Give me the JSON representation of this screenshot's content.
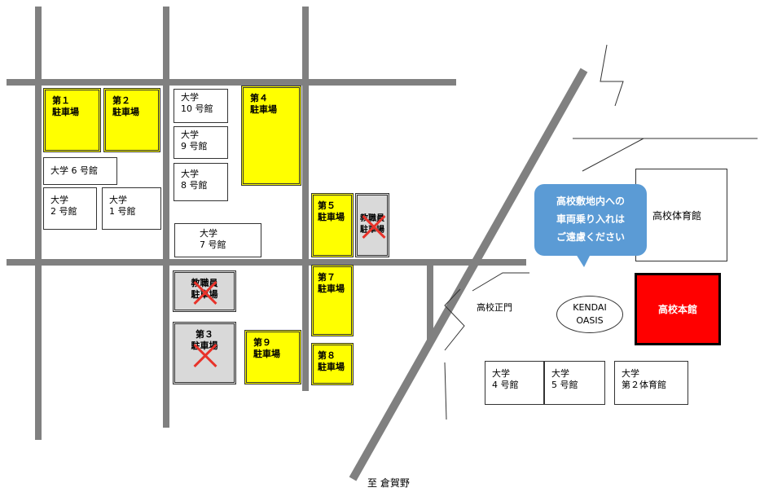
{
  "parking": {
    "p1": "第１\n駐車場",
    "p2": "第２\n駐車場",
    "p3": "第３\n駐車場",
    "p4": "第４\n駐車場",
    "p5": "第５\n駐車場",
    "p7": "第７\n駐車場",
    "p8": "第８\n駐車場",
    "p9": "第９\n駐車場",
    "staff": "教職員\n駐車場"
  },
  "buildings": {
    "u10": "大学\n10 号館",
    "u9": "大学\n 9 号館",
    "u8": "大学\n 8 号館",
    "u6": "大学 6 号館",
    "u2": "大学\n2 号館",
    "u1": "大学\n1 号館",
    "u7": "大学\n 7 号館",
    "u4": "大学\n 4 号館",
    "u5": "大学\n5 号館",
    "gym2": "大学\n第２体育館",
    "hs_gym": "高校体育館",
    "hs_main": "高校本館"
  },
  "labels": {
    "gate": "高校正門",
    "oasis": "KENDAI\nOASIS",
    "destination": "至  倉賀野",
    "notice": "高校敷地内への\n車両乗り入れは\nご遠慮ください"
  },
  "colors": {
    "parking": "#ffff00",
    "closed": "#d9d9d9",
    "main_building": "#ff0000",
    "notice": "#5b9bd5",
    "road": "#808080"
  }
}
